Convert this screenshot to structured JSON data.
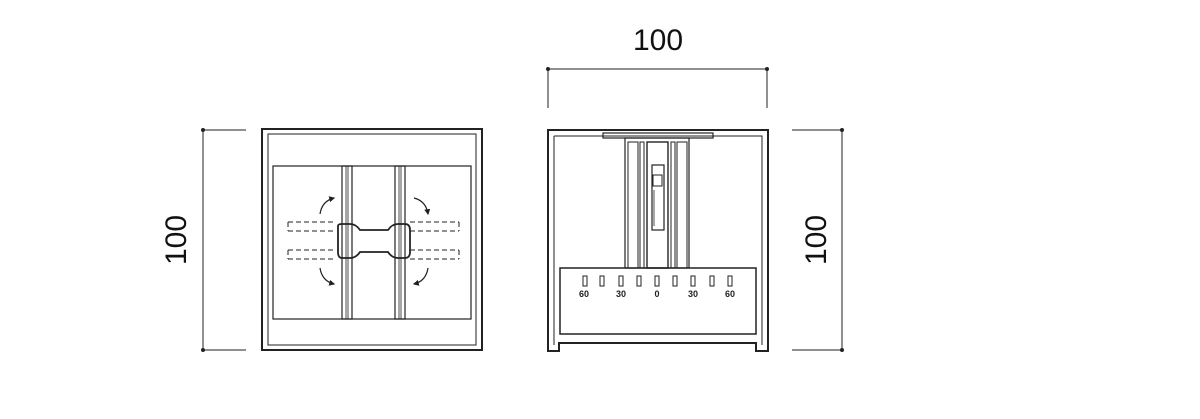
{
  "dimensions": {
    "top_width": "100",
    "left_height": "100",
    "right_height": "100"
  },
  "scale": {
    "labels": [
      "60",
      "30",
      "0",
      "30",
      "60"
    ]
  }
}
